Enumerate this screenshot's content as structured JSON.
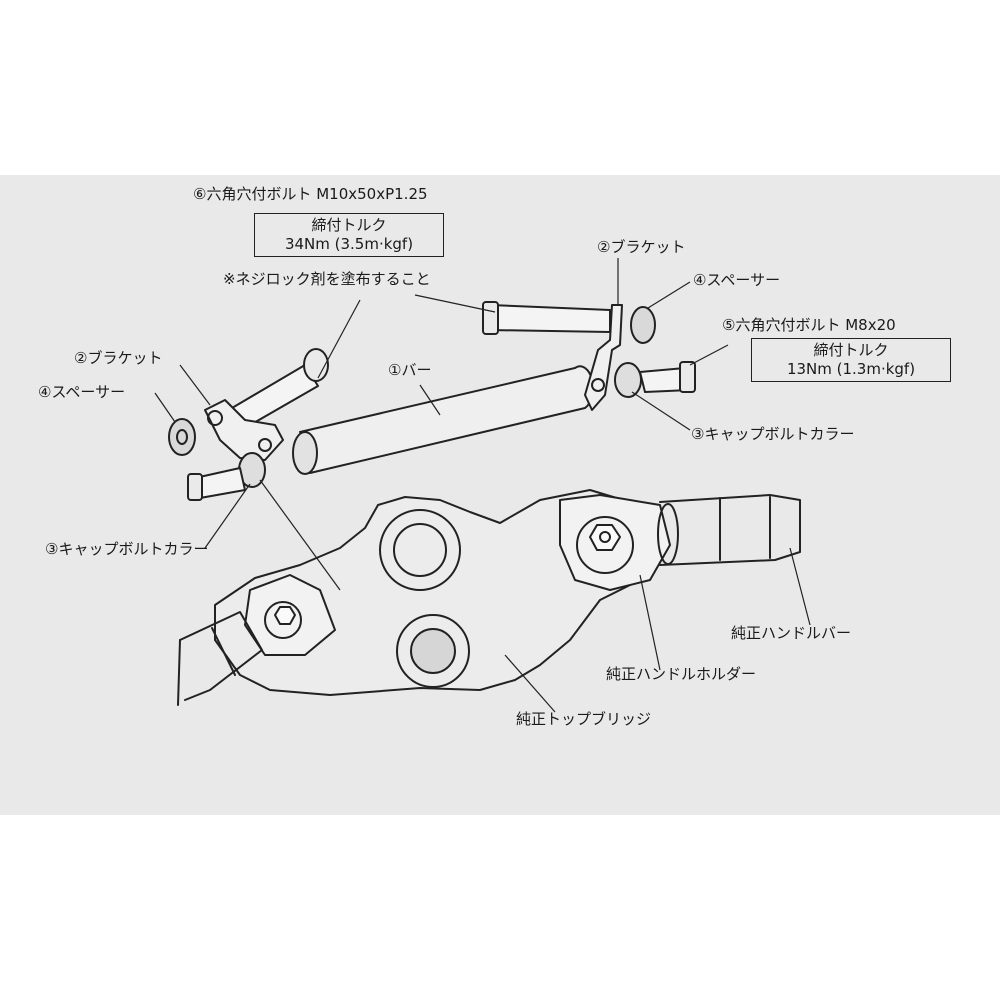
{
  "labels": {
    "bolt_m10": "⑥六角穴付ボルト M10x50xP1.25",
    "thread_lock": "※ネジロック剤を塗布すること",
    "bracket_right": "②ブラケット",
    "spacer_right": "④スペーサー",
    "bolt_m8": "⑤六角穴付ボルト M8x20",
    "bracket_left": "②ブラケット",
    "spacer_left": "④スペーサー",
    "bar": "①バー",
    "collar_right": "③キャップボルトカラー",
    "collar_left": "③キャップボルトカラー",
    "oem_handlebar": "純正ハンドルバー",
    "oem_holder": "純正ハンドルホルダー",
    "oem_top_bridge": "純正トップブリッジ"
  },
  "torque_boxes": {
    "m10": {
      "title": "締付トルク",
      "value": "34Nm (3.5m·kgf)"
    },
    "m8": {
      "title": "締付トルク",
      "value": "13Nm (1.3m·kgf)"
    }
  }
}
